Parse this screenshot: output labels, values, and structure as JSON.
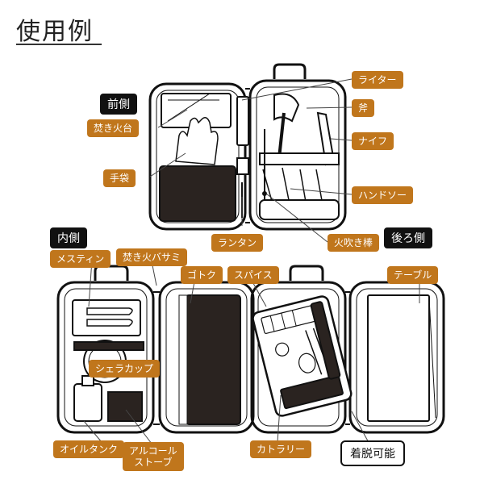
{
  "title": "使用例",
  "sections": {
    "front": "前側",
    "inner": "内側",
    "back": "後ろ側"
  },
  "callouts": {
    "lighter": "ライター",
    "axe": "斧",
    "knife": "ナイフ",
    "handsaw": "ハンドソー",
    "fire_stand": "焚き火台",
    "gloves": "手袋",
    "lantern": "ランタン",
    "blow_pipe": "火吹き棒",
    "mess_tin": "メスティン",
    "fire_tongs": "焚き火バサミ",
    "gotoku": "ゴトク",
    "spice": "スパイス",
    "table": "テーブル",
    "sierra_cup": "シェラカップ",
    "oil_tank": "オイルタンク",
    "alcohol_stove_1": "アルコール",
    "alcohol_stove_2": "ストーブ",
    "cutlery": "カトラリー"
  },
  "removable_tag": "着脱可能",
  "colors": {
    "callout": "#c0761c",
    "section": "#111111",
    "pocket": "#2a2320"
  }
}
